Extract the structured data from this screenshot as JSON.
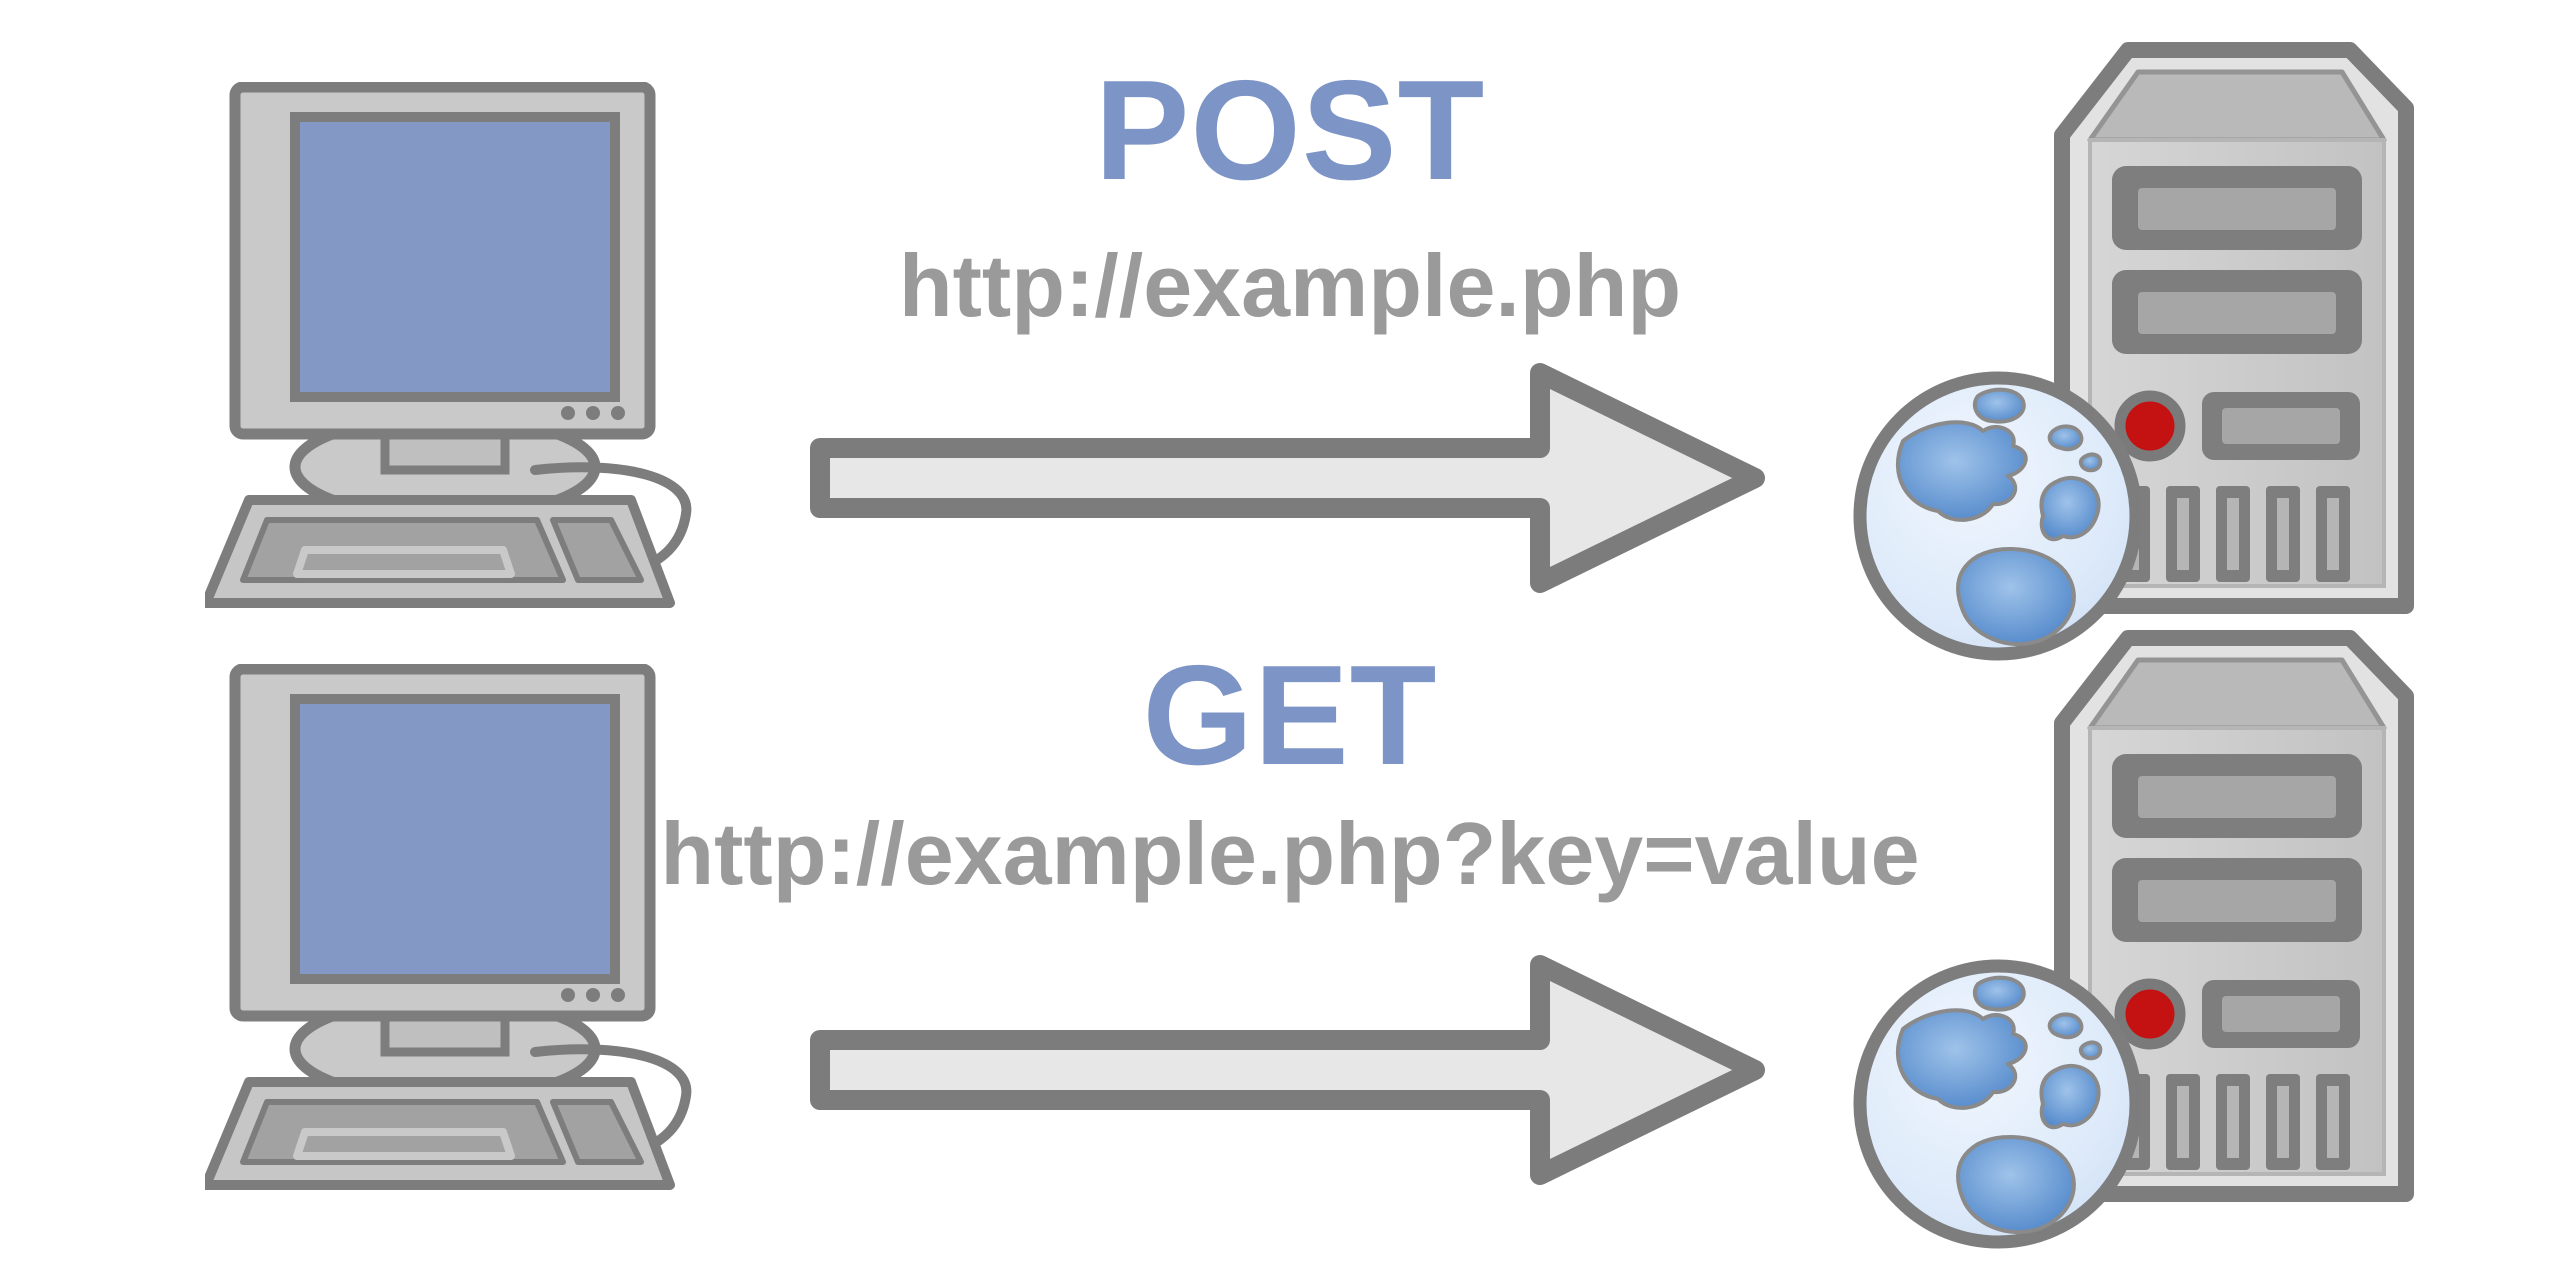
{
  "title": "HTTP POST vs GET request diagram",
  "background": "#ffffff",
  "rows": [
    {
      "method": "POST",
      "url": "http://example.php",
      "client_icon": "desktop-computer-icon",
      "server_icon": "web-server-globe-icon",
      "arrow_icon": "request-arrow-icon"
    },
    {
      "method": "GET",
      "url": "http://example.php?key=value",
      "client_icon": "desktop-computer-icon",
      "server_icon": "web-server-globe-icon",
      "arrow_icon": "request-arrow-icon"
    }
  ],
  "colors": {
    "method_label": "#7d94c6",
    "url_label": "#9a9a9a",
    "icon_outline": "#7d7d7d",
    "monitor_screen_blue": "#8498c5",
    "icon_body_light": "#cacaca",
    "icon_body_mid": "#a2a2a2",
    "server_front": "#c9c9c9",
    "arrow_fill": "#e7e7e7",
    "arrow_outline": "#7c7c7c",
    "power_button_red": "#c41111",
    "globe_ocean": "#ddeafa",
    "globe_land": "#4d84c8"
  }
}
